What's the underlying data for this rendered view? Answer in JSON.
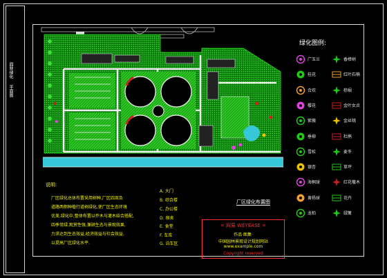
{
  "colors": {
    "background": "#000000",
    "frame": "#d8d8d8",
    "vegetation": "#22c818",
    "lawn_dots": "#0f8f10",
    "water": "#36c8d8",
    "road": "#f0f0f0",
    "note_text": "#f2f200",
    "stamp_border": "#ff3030"
  },
  "title_block": {
    "label_a": "园林绿化",
    "label_b": "平面图"
  },
  "plan": {
    "title": "厂区绿化布置图"
  },
  "notes": {
    "heading": "说明:",
    "lines": [
      "厂区绿化总体布置采用树种,厂区四周及",
      "道路两侧种植行道树绿化,使厂区生态环境",
      "优美,绿化中,整体布置以乔木与灌木结合搭配,",
      "四季常绿,观赏性强,兼顾生态与景观效果,",
      "力求达到生态效益,经济效益与社会效益,",
      "以提高厂区绿化水平."
    ]
  },
  "key": [
    {
      "letter": "A.",
      "label": "大门"
    },
    {
      "letter": "B.",
      "label": "综合楼"
    },
    {
      "letter": "C.",
      "label": "办公楼"
    },
    {
      "letter": "D.",
      "label": "宿舍"
    },
    {
      "letter": "E.",
      "label": "食堂"
    },
    {
      "letter": "F.",
      "label": "车库"
    },
    {
      "letter": "G.",
      "label": "泊车区"
    }
  ],
  "legend": {
    "title": "绿化图例:",
    "items": [
      {
        "label": "广玉兰",
        "icon": "magnolia-icon",
        "color": "#e040e0"
      },
      {
        "label": "香樟树",
        "icon": "camphor-icon",
        "color": "#22c818"
      },
      {
        "label": "桂花",
        "icon": "osmanthus-icon",
        "color": "#22c818"
      },
      {
        "label": "红叶石楠",
        "icon": "photinia-icon",
        "color": "#f0a030"
      },
      {
        "label": "合欢",
        "icon": "albizia-icon",
        "color": "#f0a030"
      },
      {
        "label": "棕榈",
        "icon": "palm-icon",
        "color": "#22c818"
      },
      {
        "label": "樱花",
        "icon": "cherry-icon",
        "color": "#e040e0"
      },
      {
        "label": "金叶女贞",
        "icon": "privet-icon",
        "color": "#d02020"
      },
      {
        "label": "紫薇",
        "icon": "crape-myrtle-icon",
        "color": "#22c818"
      },
      {
        "label": "金丝桃",
        "icon": "hypericum-icon",
        "color": "#f0c000"
      },
      {
        "label": "垂柳",
        "icon": "willow-icon",
        "color": "#22c818"
      },
      {
        "label": "杜鹃",
        "icon": "azalea-icon",
        "color": "#d02020"
      },
      {
        "label": "雪松",
        "icon": "cedar-icon",
        "color": "#22c818"
      },
      {
        "label": "麦冬",
        "icon": "liriope-icon",
        "color": "#22c818"
      },
      {
        "label": "银杏",
        "icon": "ginkgo-icon",
        "color": "#f0c000"
      },
      {
        "label": "草坪",
        "icon": "lawn-icon",
        "color": "#22c818"
      },
      {
        "label": "海桐球",
        "icon": "pittosporum-icon",
        "color": "#e040e0"
      },
      {
        "label": "红花檵木",
        "icon": "loropetalum-icon",
        "color": "#d02020"
      },
      {
        "label": "黄杨球",
        "icon": "boxwood-icon",
        "color": "#f0a030"
      },
      {
        "label": "花卉",
        "icon": "flowers-icon",
        "color": "#22c818"
      },
      {
        "label": "龙柏",
        "icon": "juniper-icon",
        "color": "#22c818"
      },
      {
        "label": "绿篱",
        "icon": "hedge-icon",
        "color": "#22c818"
      }
    ]
  },
  "stamp": {
    "title": "= 网易 WEYEASE =",
    "line2": "作品·图集·",
    "line3": "中国园林景观设计规划网站",
    "line4": "www.example.com",
    "line5": "Copyright reserved"
  }
}
